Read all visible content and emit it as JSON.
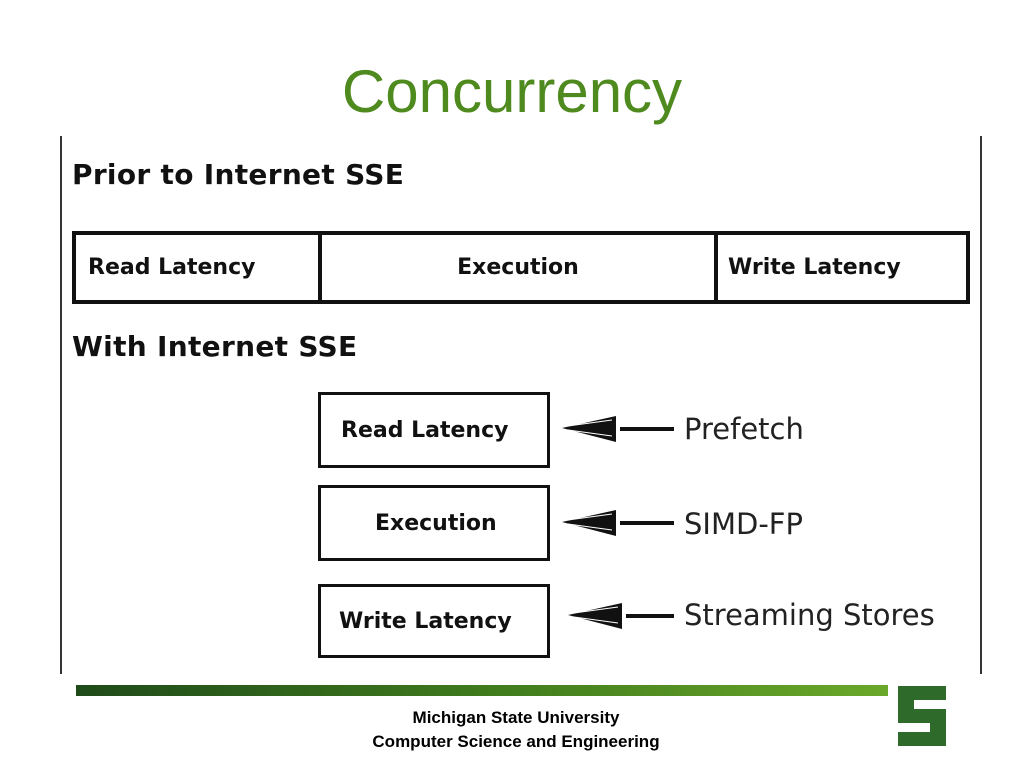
{
  "slide": {
    "title": "Concurrency",
    "prior_heading": "Prior to Internet SSE",
    "with_heading": "With Internet SSE",
    "prior_segments": [
      "Read Latency",
      "Execution",
      "Write Latency"
    ],
    "stages": [
      {
        "label": "Read Latency",
        "feature": "Prefetch"
      },
      {
        "label": "Execution",
        "feature": "SIMD-FP"
      },
      {
        "label": "Write Latency",
        "feature": "Streaming Stores"
      }
    ]
  },
  "footer": {
    "line1": "Michigan State University",
    "line2": "Computer Science and Engineering"
  },
  "colors": {
    "title": "#4e8a1e",
    "divider_start": "#1f4a1a",
    "divider_end": "#6aa82a",
    "logo": "#2e6b2a"
  },
  "icons": [
    "left-arrow-icon",
    "msu-spartan-s-logo"
  ]
}
